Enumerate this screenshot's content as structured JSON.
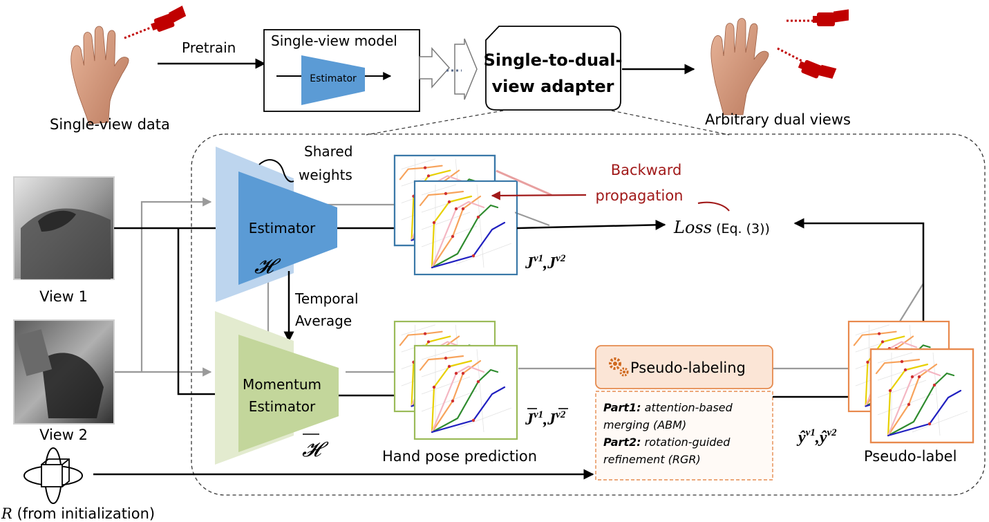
{
  "top": {
    "single_view_data_label": "Single-view data",
    "pretrain_label": "Pretrain",
    "single_view_model_label": "Single-view model",
    "estimator_small_label": "Estimator",
    "adapter_line1": "Single-to-dual-",
    "adapter_line2": "view adapter",
    "arbitrary_views_label": "Arbitrary dual views"
  },
  "inputs": {
    "view1_label": "View 1",
    "view2_label": "View 2",
    "rotation_symbol": "R",
    "rotation_note": " (from initialization)"
  },
  "estimators": {
    "shared_weights_line1": "Shared",
    "shared_weights_line2": "weights",
    "estimator_label": "Estimator",
    "estimator_symbol": "𝓗",
    "temporal_line1": "Temporal",
    "temporal_line2": "Average",
    "momentum_line1": "Momentum",
    "momentum_line2": "Estimator",
    "momentum_symbol": "𝓗"
  },
  "outputs": {
    "j_label": "J",
    "j_sup1": "v1",
    "j_sep": ",",
    "j_sup2": "v2",
    "hand_pose_prediction_label": "Hand pose prediction",
    "pseudo_label_caption": "Pseudo-label"
  },
  "loss": {
    "backward_line1": "Backward",
    "backward_line2": "propagation",
    "loss_word": "Loss",
    "eq_prefix": " (Eq. (",
    "eq_number": "3",
    "eq_suffix": "))"
  },
  "pseudo_labeling": {
    "title": "Pseudo-labeling",
    "part1_head": "Part1:",
    "part1_line1": " attention-based",
    "part1_line2": "merging (ABM)",
    "part2_head": "Part2:",
    "part2_line1": " rotation-guided",
    "part2_line2": "refinement (RGR)"
  },
  "colors": {
    "estimator_blue": "#5b9bd5",
    "estimator_shadow": "#bdd5ee",
    "momentum_green": "#c3d69b",
    "momentum_shadow": "#e3ebcf",
    "frame_blue": "#3a78a8",
    "frame_green": "#9bbb59",
    "frame_orange": "#e8894d",
    "pseudo_fill": "#fbe5d6",
    "pseudo_border": "#e58a4e",
    "camera_red": "#c00000",
    "backward_red": "#a11a1a",
    "gray_line": "#9a9a9a"
  },
  "icons": [
    "hand-icon",
    "camera-icon",
    "gear-icon",
    "rotation-cube-icon",
    "pose-skeleton-icon"
  ]
}
